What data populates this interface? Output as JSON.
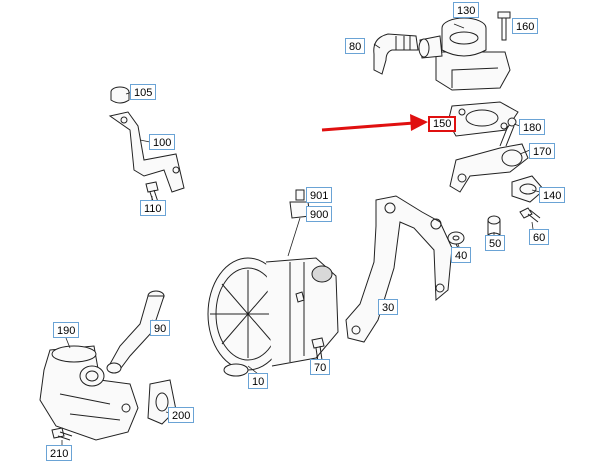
{
  "diagram": {
    "callouts": [
      {
        "id": "10",
        "label": "10"
      },
      {
        "id": "30",
        "label": "30"
      },
      {
        "id": "40",
        "label": "40"
      },
      {
        "id": "50",
        "label": "50"
      },
      {
        "id": "60",
        "label": "60"
      },
      {
        "id": "70",
        "label": "70"
      },
      {
        "id": "80",
        "label": "80"
      },
      {
        "id": "90",
        "label": "90"
      },
      {
        "id": "100",
        "label": "100"
      },
      {
        "id": "105",
        "label": "105"
      },
      {
        "id": "110",
        "label": "110"
      },
      {
        "id": "130",
        "label": "130"
      },
      {
        "id": "140",
        "label": "140"
      },
      {
        "id": "150",
        "label": "150"
      },
      {
        "id": "160",
        "label": "160"
      },
      {
        "id": "170",
        "label": "170"
      },
      {
        "id": "180",
        "label": "180"
      },
      {
        "id": "190",
        "label": "190"
      },
      {
        "id": "200",
        "label": "200"
      },
      {
        "id": "210",
        "label": "210"
      },
      {
        "id": "900",
        "label": "900"
      },
      {
        "id": "901",
        "label": "901"
      }
    ],
    "highlighted_part": "150",
    "arrow_color": "#e01010",
    "callout_border_color": "#6aa3d5"
  }
}
